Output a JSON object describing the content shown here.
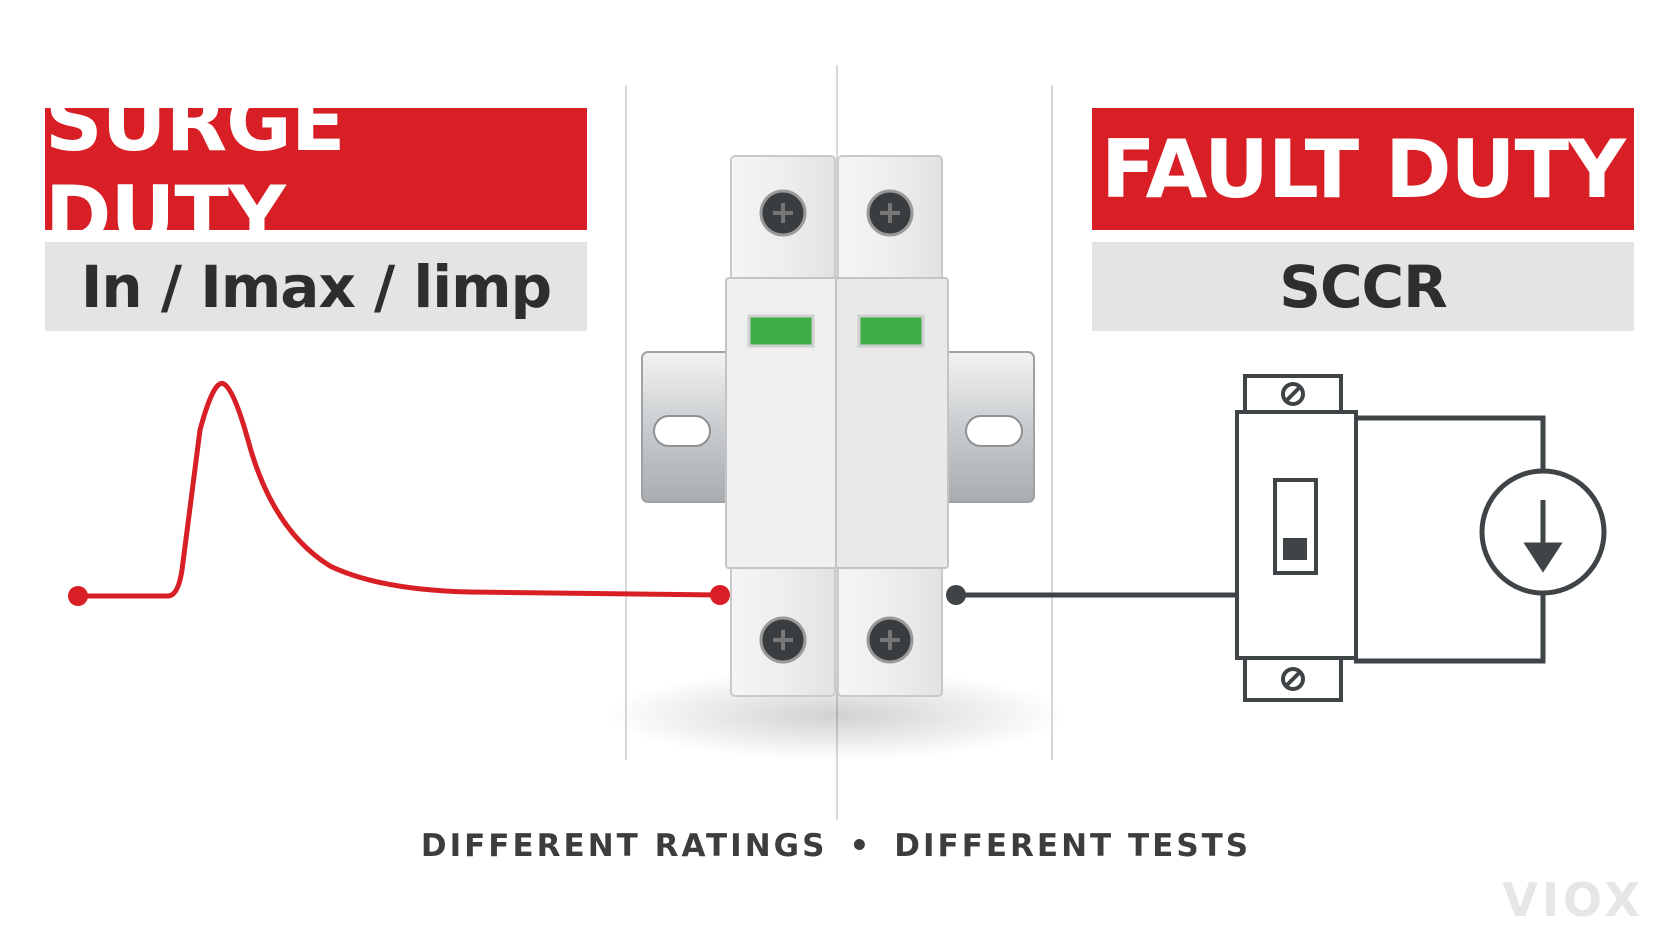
{
  "left_panel": {
    "title": "SURGE DUTY",
    "subtitle": "In / Imax / limp"
  },
  "right_panel": {
    "title": "FAULT DUTY",
    "subtitle": "SCCR"
  },
  "caption": {
    "left": "DIFFERENT RATINGS",
    "separator": "•",
    "right": "DIFFERENT TESTS"
  },
  "brand": "VIOX",
  "colors": {
    "accent_red": "#d81f26",
    "label_grey": "#e4e4e4",
    "line_dark": "#3f4447",
    "indicator_green": "#3fae49"
  },
  "icons": [
    "surge-waveform-icon",
    "spd-module-icon",
    "circuit-breaker-symbol-icon",
    "current-source-symbol-icon"
  ]
}
